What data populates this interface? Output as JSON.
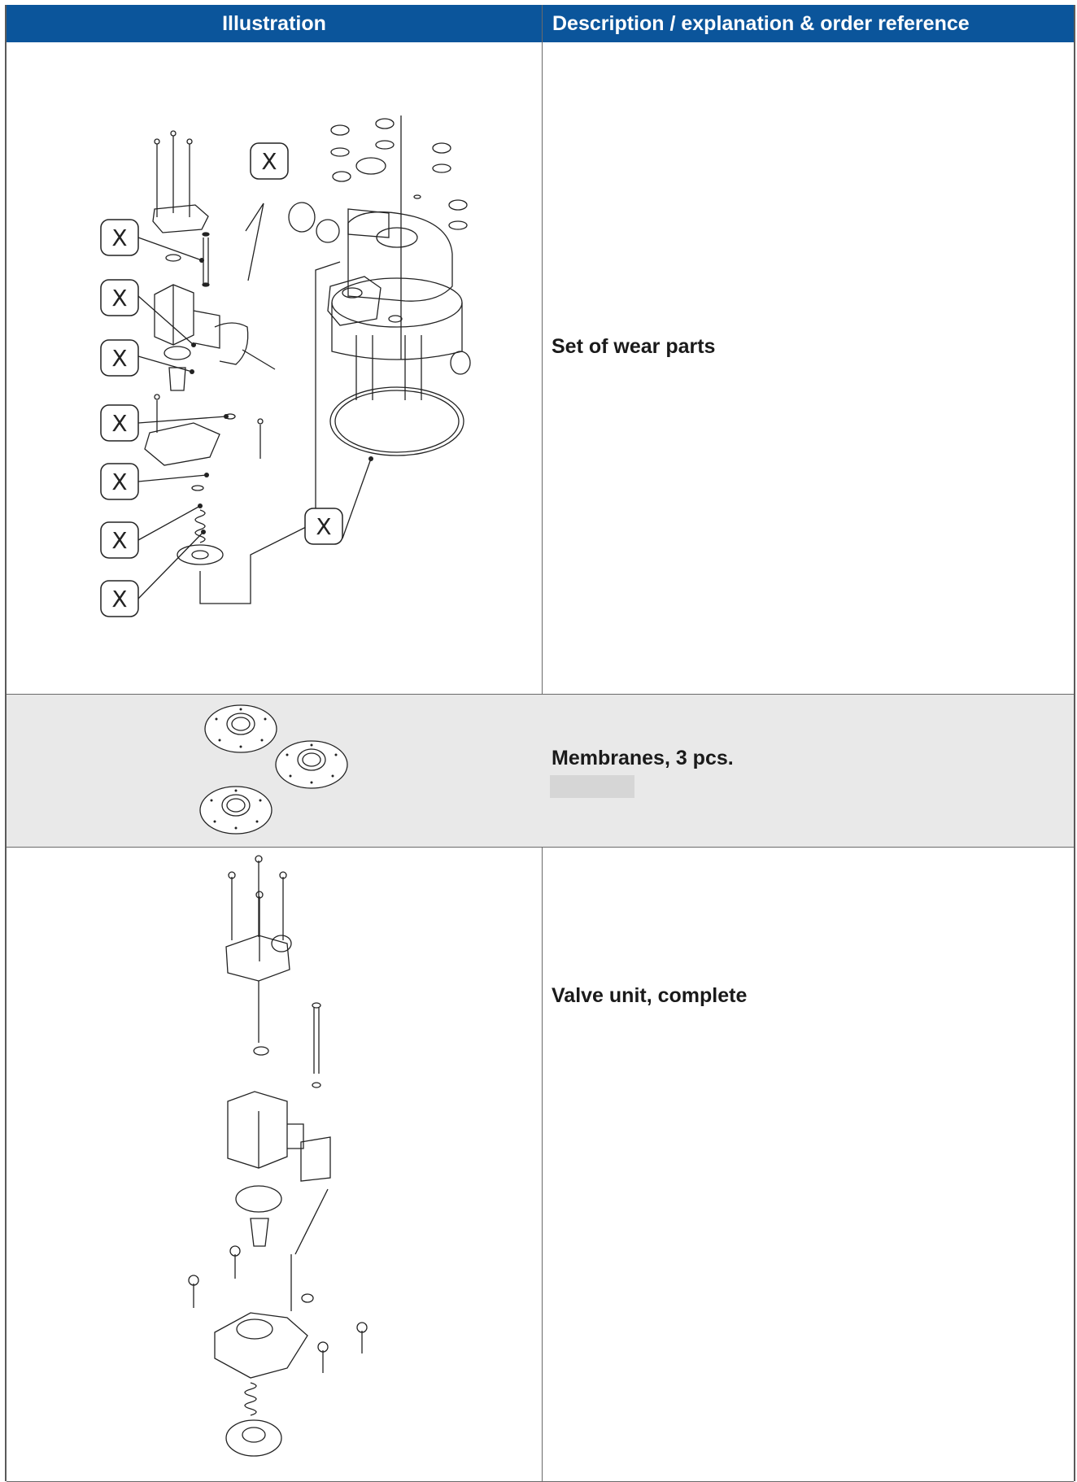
{
  "table": {
    "header": {
      "illustration": "Illustration",
      "description": "Description / explanation & order reference"
    },
    "rows": [
      {
        "description": "Set of wear parts",
        "callout_label": "X"
      },
      {
        "description": "Membranes, 3 pcs."
      },
      {
        "description": "Valve unit, complete"
      }
    ]
  },
  "colors": {
    "header_bg": "#0b559b",
    "alt_row_bg": "#e9e9e9"
  }
}
